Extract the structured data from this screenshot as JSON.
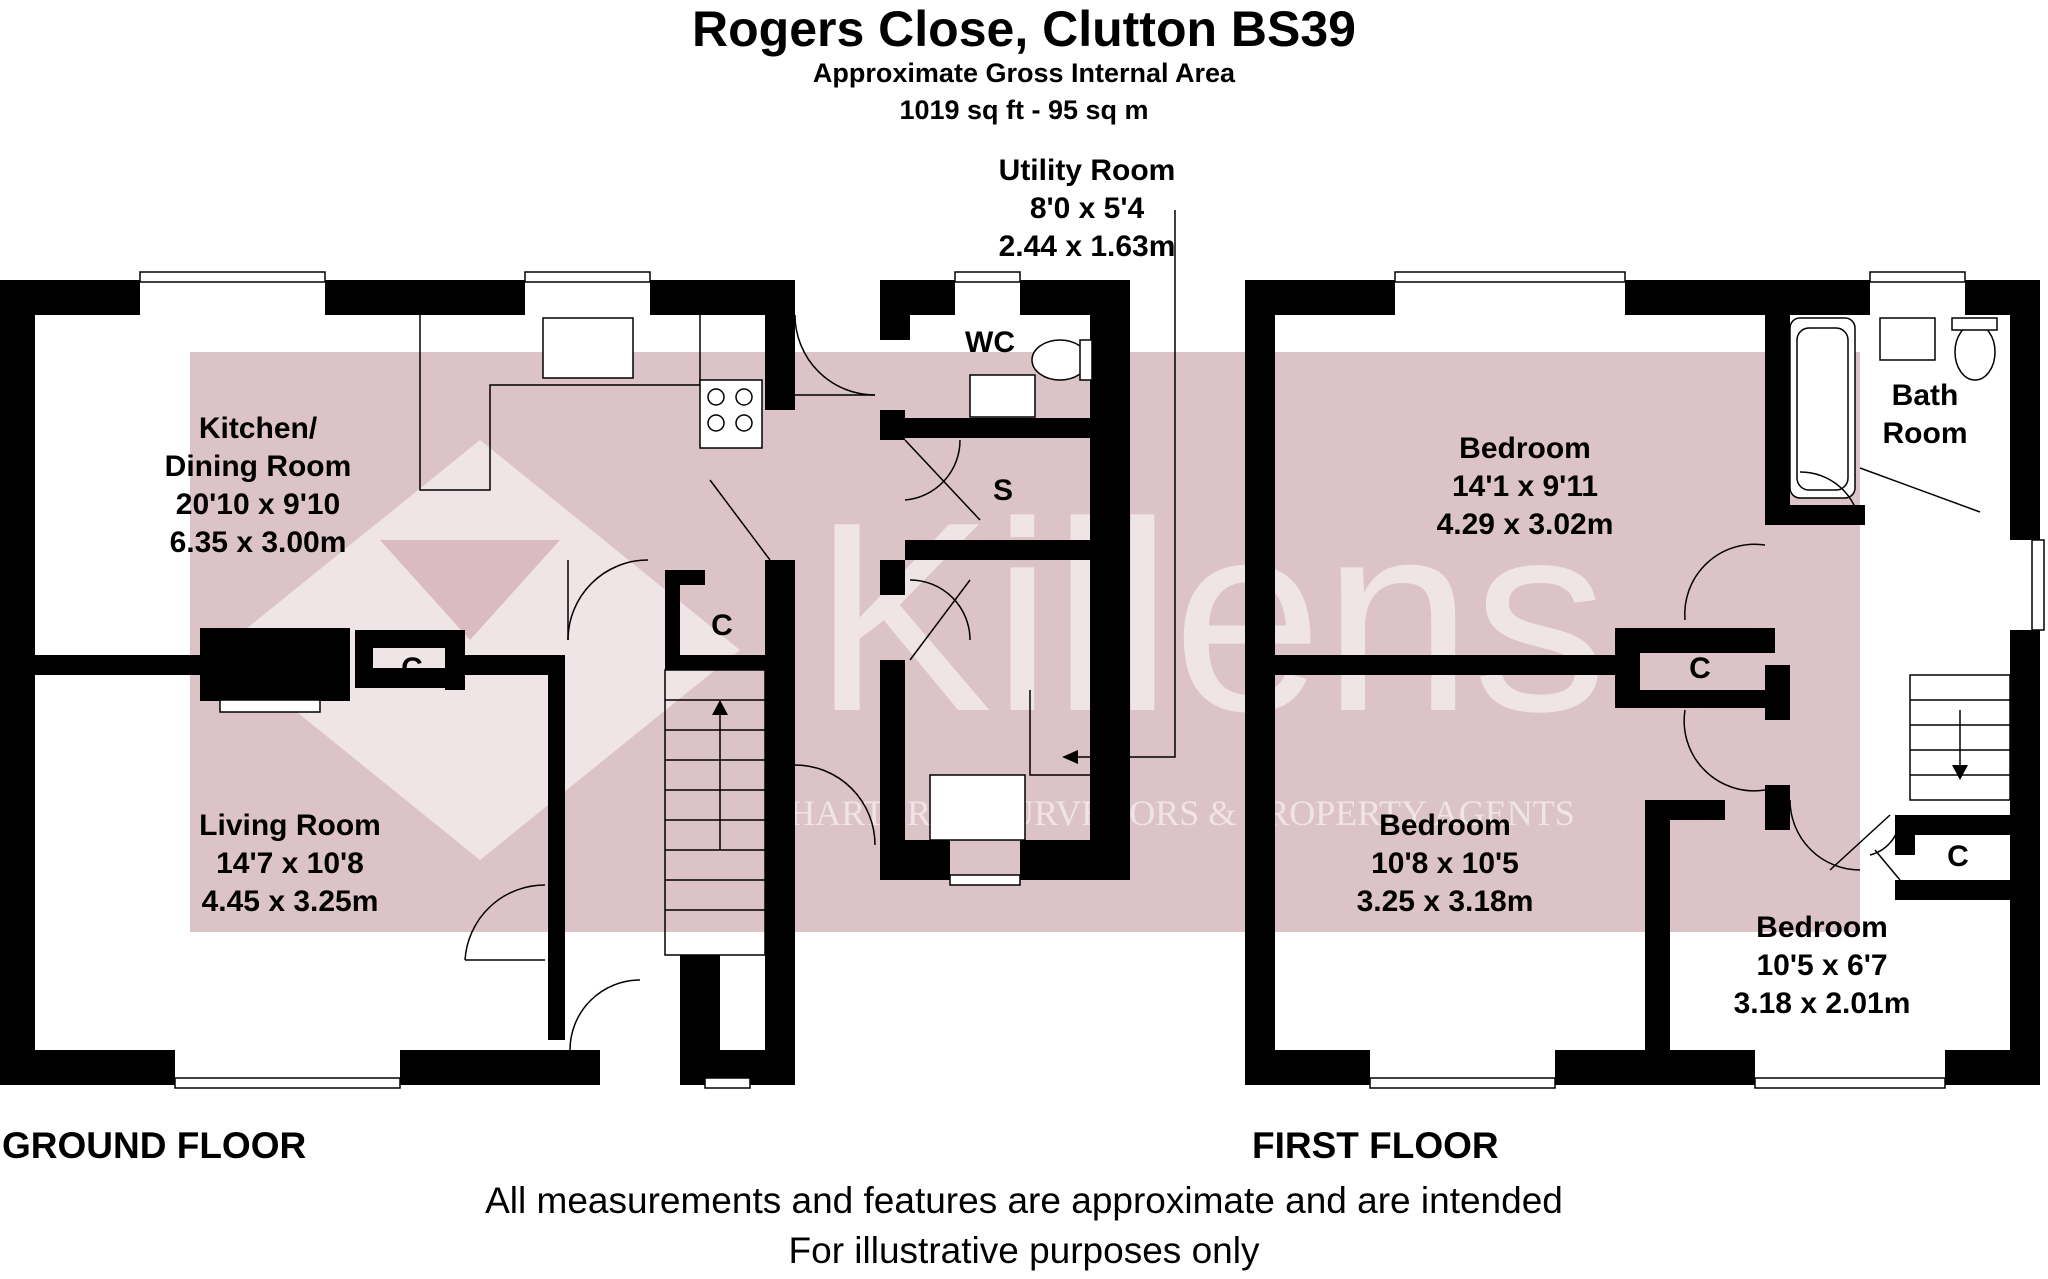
{
  "header": {
    "title": "Rogers Close, Clutton BS39",
    "subtitle": "Approximate Gross Internal Area",
    "area": "1019 sq ft - 95 sq m"
  },
  "brand": {
    "watermark_text": "Killens",
    "watermark_tagline": "CHARTERED SURVEYORS & PROPERTY AGENTS",
    "watermark_color": "#d9b8bf"
  },
  "ground_floor": {
    "label": "GROUND FLOOR",
    "rooms": {
      "kitchen": {
        "name1": "Kitchen/",
        "name2": "Dining Room",
        "imperial": "20'10 x 9'10",
        "metric": "6.35 x 3.00m"
      },
      "living": {
        "name": "Living Room",
        "imperial": "14'7 x 10'8",
        "metric": "4.45 x 3.25m"
      },
      "utility": {
        "name": "Utility Room",
        "imperial": "8'0 x 5'4",
        "metric": "2.44 x 1.63m"
      },
      "wc": {
        "name": "WC"
      },
      "store": {
        "name": "S"
      },
      "cupboard_1": {
        "name": "C"
      },
      "cupboard_2": {
        "name": "C"
      }
    }
  },
  "first_floor": {
    "label": "FIRST FLOOR",
    "rooms": {
      "bedroom_1": {
        "name": "Bedroom",
        "imperial": "14'1 x 9'11",
        "metric": "4.29 x 3.02m"
      },
      "bedroom_2": {
        "name": "Bedroom",
        "imperial": "10'8 x 10'5",
        "metric": "3.25 x 3.18m"
      },
      "bedroom_3": {
        "name": "Bedroom",
        "imperial": "10'5 x 6'7",
        "metric": "3.18 x 2.01m"
      },
      "bathroom": {
        "name1": "Bath",
        "name2": "Room"
      },
      "cupboard_1": {
        "name": "C"
      },
      "cupboard_2": {
        "name": "C"
      }
    }
  },
  "disclaimer": {
    "line1": "All measurements and features are approximate and are intended",
    "line2": "For illustrative purposes only"
  }
}
